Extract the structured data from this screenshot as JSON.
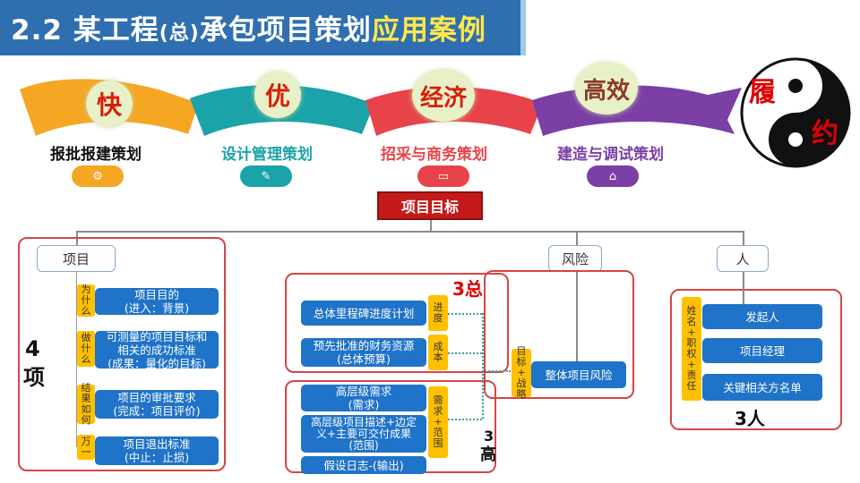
{
  "header": {
    "num": "2.2",
    "title_main": "某工程",
    "title_small": "(总)",
    "title_rest": "承包项目策划",
    "title_highlight": "应用案例"
  },
  "stages": [
    {
      "badge": "快",
      "label": "报批报建策划",
      "color": "#f5a623"
    },
    {
      "badge": "优",
      "label": "设计管理策划",
      "color": "#1aa3a8"
    },
    {
      "badge": "经济",
      "label": "招采与商务策划",
      "color": "#e8434a"
    },
    {
      "badge": "高效",
      "label": "建造与调试策划",
      "color": "#7b3fa6"
    }
  ],
  "contract": {
    "char1": "履",
    "char2": "约"
  },
  "goal": "项目目标",
  "categories": {
    "project": "项目",
    "risk": "风险",
    "people": "人"
  },
  "project_section": {
    "count_label_top": "4",
    "count_label_bottom": "项",
    "items": [
      {
        "tag": "为\n什\n么",
        "text": "项目目的\n(进入：背景)"
      },
      {
        "tag": "做\n什\n么",
        "text": "可测量的项目目标和\n相关的成功标准\n(成果：量化的目标)"
      },
      {
        "tag": "结\n果\n如\n何",
        "text": "项目的审批要求\n(完成：项目评价)"
      },
      {
        "tag": "万\n一",
        "text": "项目退出标准\n(中止：止损)"
      }
    ]
  },
  "mid_section": {
    "total_label": "3总",
    "high_label_top": "3",
    "high_label_bottom": "高",
    "items": [
      {
        "text": "总体里程碑进度计划",
        "tag": "进\n度"
      },
      {
        "text": "预先批准的财务资源\n(总体预算)",
        "tag": "成\n本"
      },
      {
        "text": "高层级需求\n(需求)",
        "tag": ""
      },
      {
        "text": "高层级项目描述+边定\n义+主要可交付成果\n(范围)",
        "tag": ""
      },
      {
        "text": "假设日志-(输出)",
        "tag": ""
      }
    ],
    "scope_tag": "需\n求\n+\n范\n围"
  },
  "risk_section": {
    "tag": "目\n标\n+\n战\n略",
    "box": "整体项目风险"
  },
  "people_section": {
    "tag": "姓\n名\n+\n职\n权\n+\n责\n任",
    "items": [
      "发起人",
      "项目经理",
      "关键相关方名单"
    ],
    "count_label": "3人"
  }
}
